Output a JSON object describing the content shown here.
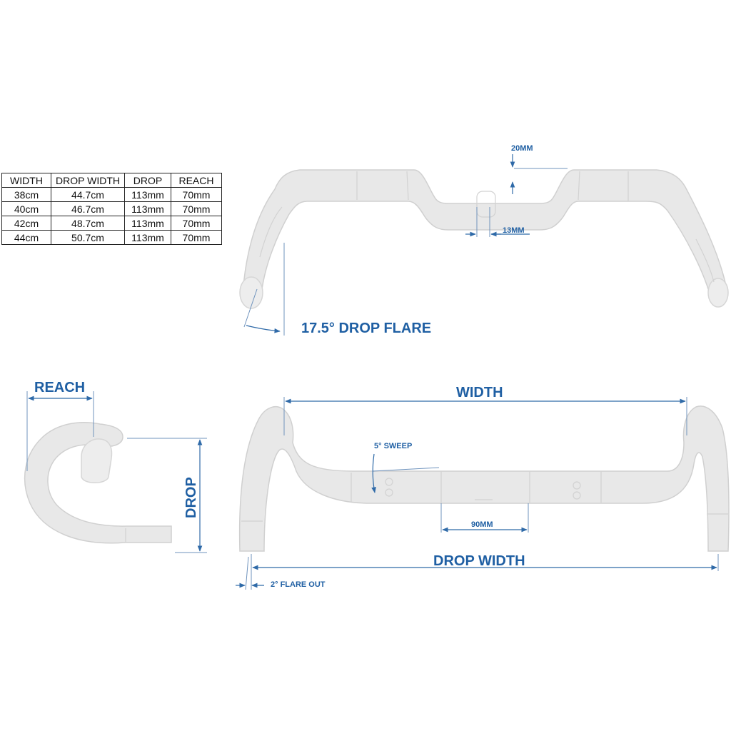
{
  "table": {
    "headers": [
      "WIDTH",
      "DROP WIDTH",
      "DROP",
      "REACH"
    ],
    "rows": [
      [
        "38cm",
        "44.7cm",
        "113mm",
        "70mm"
      ],
      [
        "40cm",
        "46.7cm",
        "113mm",
        "70mm"
      ],
      [
        "42cm",
        "48.7cm",
        "113mm",
        "70mm"
      ],
      [
        "44cm",
        "50.7cm",
        "113mm",
        "70mm"
      ]
    ]
  },
  "labels": {
    "rise": "20MM",
    "clamp_offset": "13MM",
    "drop_flare": "17.5° DROP FLARE",
    "reach": "REACH",
    "drop": "DROP",
    "width": "WIDTH",
    "sweep": "5° SWEEP",
    "center_section": "90MM",
    "drop_width": "DROP WIDTH",
    "flare_out": "2° FLARE OUT"
  },
  "colors": {
    "annotation": "#1f5fa3",
    "bar_fill": "#e8e8e8"
  }
}
